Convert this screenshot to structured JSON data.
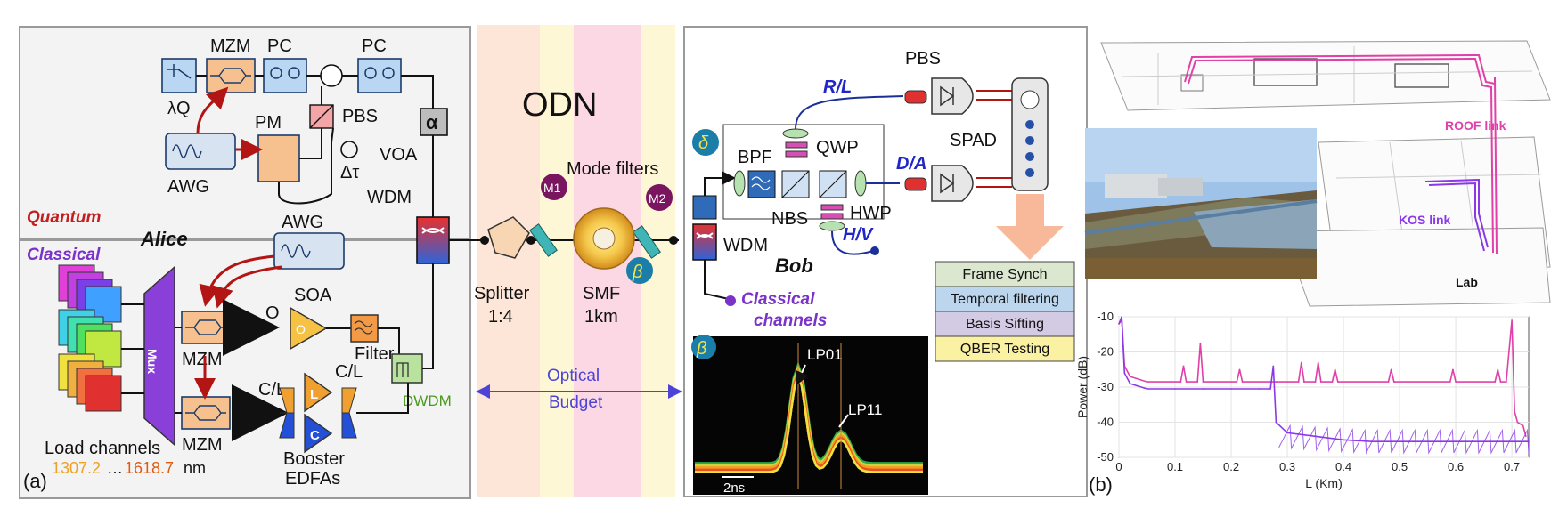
{
  "panel_a": {
    "panel_label": "(a)",
    "quantum_title": "Quantum",
    "classical_title": "Classical",
    "alice_title": "Alice",
    "bob_title": "Bob",
    "odn_title": "ODN",
    "components": {
      "mzm_top": "MZM",
      "pc1": "PC",
      "pc2": "PC",
      "lambda_q": "λQ",
      "pm": "PM",
      "pbs_alice": "PBS",
      "awg_top": "AWG",
      "delta_tau": "Δτ",
      "voa": "VOA",
      "alpha": "α",
      "wdm_alice": "WDM",
      "awg_mid": "AWG",
      "soa": "SOA",
      "o_band": "O",
      "filter": "Filter",
      "mzm_mid": "MZM",
      "mzm_low": "MZM",
      "cl_left": "C/L",
      "cl_right": "C/L",
      "amp_l": "L",
      "amp_c": "C",
      "dwdm": "DWDM",
      "booster": "Booster",
      "edfas": "EDFAs",
      "mux": "Mux",
      "load_channels": "Load channels",
      "wl_start": "1307.2",
      "wl_dots": "…",
      "wl_end": "1618.7",
      "wl_unit": "nm",
      "splitter": "Splitter",
      "splitter_ratio": "1:4",
      "mode_filters": "Mode filters",
      "m1": "M1",
      "m2": "M2",
      "smf": "SMF",
      "smf_len": "1km",
      "beta": "β",
      "optical": "Optical",
      "budget": "Budget",
      "delta": "δ",
      "bpf": "BPF",
      "qwp": "QWP",
      "nbs": "NBS",
      "hwp": "HWP",
      "pbs_bob": "PBS",
      "spad": "SPAD",
      "rl": "R/L",
      "da": "D/A",
      "hv": "H/V",
      "wdm_bob": "WDM",
      "classical_channels_1": "Classical",
      "classical_channels_2": "channels"
    },
    "processing_steps": [
      {
        "label": "Frame Synch",
        "color": "#dbe8cf"
      },
      {
        "label": "Temporal filtering",
        "color": "#bcd6ee"
      },
      {
        "label": "Basis Sifting",
        "color": "#d3cbe3"
      },
      {
        "label": "QBER Testing",
        "color": "#fbf1a3"
      }
    ],
    "inset": {
      "label_lp01": "LP01",
      "label_lp11": "LP11",
      "scale": "2ns"
    }
  },
  "panel_b": {
    "panel_label": "(b)",
    "roof_link": "ROOF link",
    "kos_link": "KOS link",
    "lab": "Lab",
    "colors": {
      "roof": "#e040a8",
      "kos": "#8a38e8"
    }
  },
  "chart_data": {
    "type": "line",
    "xlabel": "L (Km)",
    "ylabel": "Power (dB)",
    "xlim": [
      0,
      0.73
    ],
    "ylim": [
      -50,
      -10
    ],
    "xticks": [
      "0",
      "0.1",
      "0.2",
      "0.3",
      "0.4",
      "0.5",
      "0.6",
      "0.7"
    ],
    "yticks": [
      "-10",
      "-20",
      "-30",
      "-40",
      "-50"
    ],
    "grid": true,
    "series": [
      {
        "color": "#e040a8",
        "x": [
          0.0,
          0.005,
          0.01,
          0.02,
          0.05,
          0.11,
          0.115,
          0.12,
          0.14,
          0.145,
          0.15,
          0.21,
          0.215,
          0.22,
          0.27,
          0.28,
          0.32,
          0.325,
          0.33,
          0.35,
          0.355,
          0.36,
          0.38,
          0.385,
          0.39,
          0.48,
          0.485,
          0.49,
          0.59,
          0.595,
          0.6,
          0.67,
          0.675,
          0.68,
          0.69,
          0.7,
          0.705,
          0.71,
          0.72,
          0.725
        ],
        "y": [
          -12,
          -11,
          -24,
          -27,
          -28.5,
          -28.5,
          -24,
          -28.5,
          -28.5,
          -17.5,
          -28.5,
          -28.5,
          -25,
          -28.5,
          -28.5,
          -28.5,
          -28.5,
          -23,
          -28.5,
          -28.5,
          -23,
          -28.5,
          -28.5,
          -25,
          -28.5,
          -28.5,
          -25,
          -28.5,
          -28.5,
          -25,
          -28.5,
          -28.5,
          -25,
          -28.5,
          -28.5,
          -11,
          -37,
          -40,
          -41,
          -44
        ]
      },
      {
        "color": "#8a38e8",
        "x": [
          0.0,
          0.005,
          0.01,
          0.02,
          0.05,
          0.1,
          0.15,
          0.2,
          0.25,
          0.27,
          0.275,
          0.28,
          0.3,
          0.35,
          0.4,
          0.45,
          0.5,
          0.55,
          0.6,
          0.65,
          0.7,
          0.72,
          0.73
        ],
        "y": [
          -12,
          -10,
          -26,
          -29,
          -30.5,
          -30.5,
          -30.5,
          -30.5,
          -30.5,
          -30.5,
          -24,
          -40,
          -43,
          -44,
          -45,
          -45.5,
          -45.5,
          -45.5,
          -45.5,
          -45.5,
          -45.5,
          -45.5,
          -45.5
        ]
      }
    ]
  }
}
